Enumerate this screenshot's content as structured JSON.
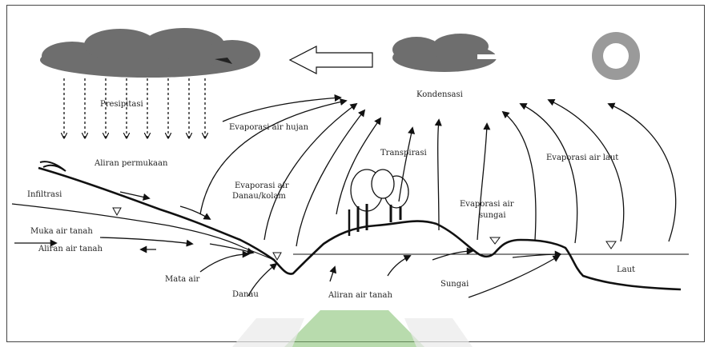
{
  "labels": {
    "presipitasi": "Presipitasi",
    "kondensasi": "Kondensasi",
    "evaporasi_air_hujan": "Evaporasi air hujan",
    "transpirasi": "Transpirasi",
    "evaporasi_air_laut": "Evaporasi air laut",
    "aliran_permukaan": "Aliran permukaan",
    "evaporasi_danau_1": "Evaporasi air",
    "evaporasi_danau_2": "Danau/kolam",
    "infiltrasi": "Infiltrasi",
    "evaporasi_sungai_1": "Evaporasi air",
    "evaporasi_sungai_2": "sungai",
    "muka_air_tanah": "Muka air tanah",
    "aliran_air_tanah_left": "Aliran air tanah",
    "mata_air": "Mata air",
    "danau": "Danau",
    "aliran_air_tanah_bottom": "Aliran air tanah",
    "sungai": "Sungai",
    "laut": "Laut"
  },
  "icons": {
    "sun": "sun-icon",
    "rain_cloud": "rain-cloud-icon",
    "condensation_cloud": "cloud-icon",
    "wind_arrow": "left-arrow-icon",
    "tree": "tree-icon",
    "water_level": "water-level-triangle-icon"
  },
  "colors": {
    "cloud": "#6e6e6e",
    "sun_ring": "#9a9a9a",
    "line": "#111111",
    "watermark": "#7dbd6a"
  }
}
